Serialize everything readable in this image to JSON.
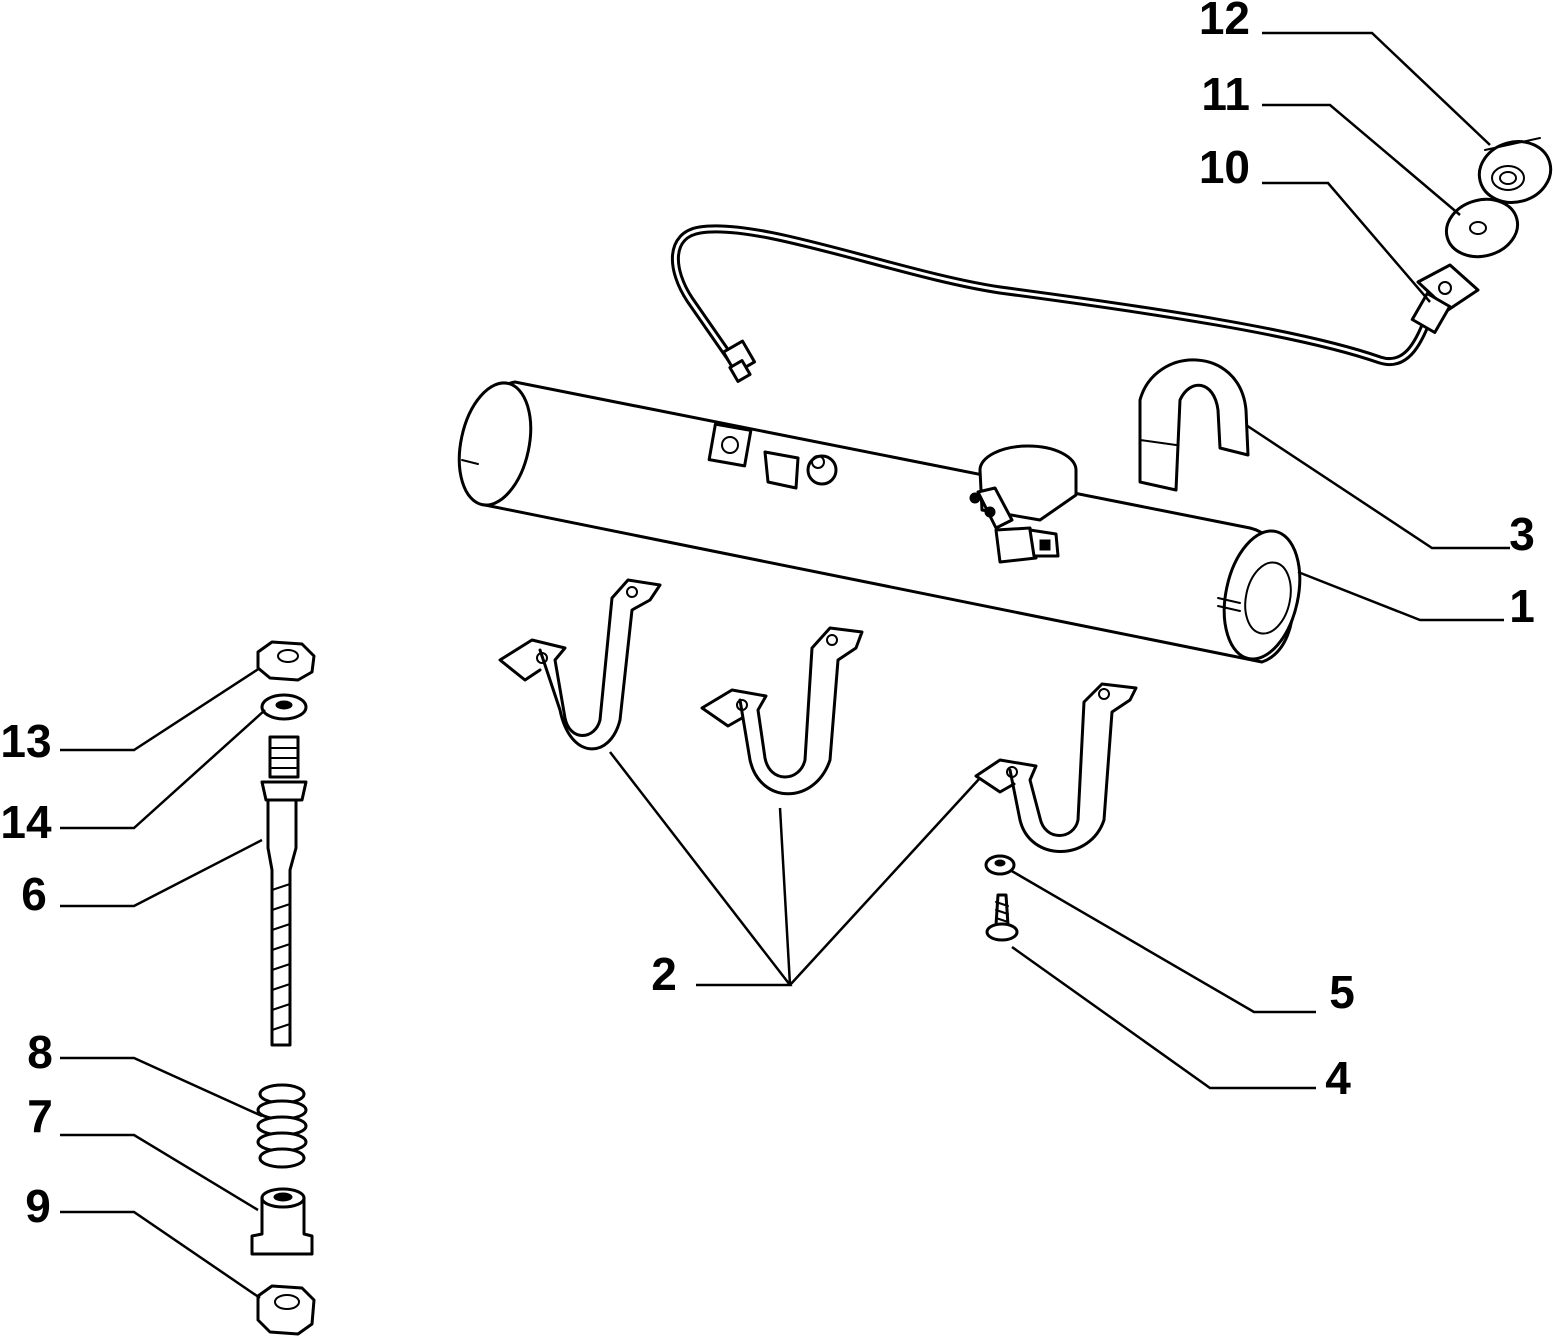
{
  "diagram": {
    "style": "exploded parts diagram, black line art on white",
    "colors": {
      "background": "#ffffff",
      "ink": "#000000"
    },
    "callouts": [
      {
        "id": "c12",
        "label": "12"
      },
      {
        "id": "c11",
        "label": "11"
      },
      {
        "id": "c10",
        "label": "10"
      },
      {
        "id": "c3",
        "label": "3"
      },
      {
        "id": "c1",
        "label": "1"
      },
      {
        "id": "c13",
        "label": "13"
      },
      {
        "id": "c14",
        "label": "14"
      },
      {
        "id": "c6",
        "label": "6"
      },
      {
        "id": "c2",
        "label": "2"
      },
      {
        "id": "c5",
        "label": "5"
      },
      {
        "id": "c4",
        "label": "4"
      },
      {
        "id": "c8",
        "label": "8"
      },
      {
        "id": "c7",
        "label": "7"
      },
      {
        "id": "c9",
        "label": "9"
      }
    ]
  }
}
